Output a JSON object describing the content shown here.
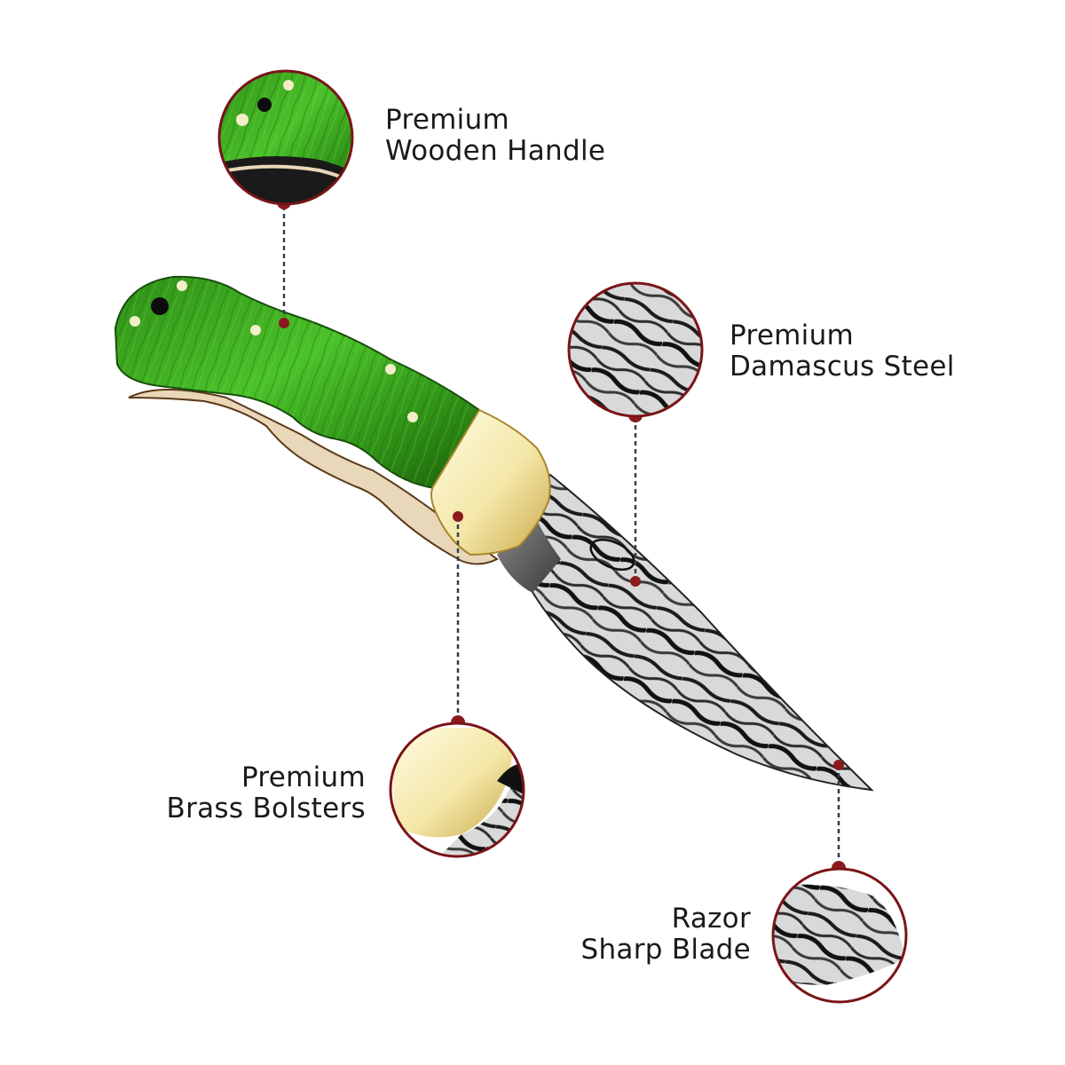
{
  "callouts": {
    "handle": {
      "line1": "Premium",
      "line2": "Wooden Handle"
    },
    "steel": {
      "line1": "Premium",
      "line2": "Damascus Steel"
    },
    "brass": {
      "line1": "Premium",
      "line2": "Brass Bolsters"
    },
    "blade": {
      "line1": "Razor",
      "line2": "Sharp Blade"
    }
  },
  "colors": {
    "ring": "#7a1418",
    "dot": "#8b1a1f",
    "leader": "#2f3d55",
    "wood_green": "#3cae1e",
    "wood_dark": "#1f6a10",
    "brass": "#f1e29a",
    "steel_dark": "#2a2a2a",
    "steel_light": "#d8d8d8"
  }
}
